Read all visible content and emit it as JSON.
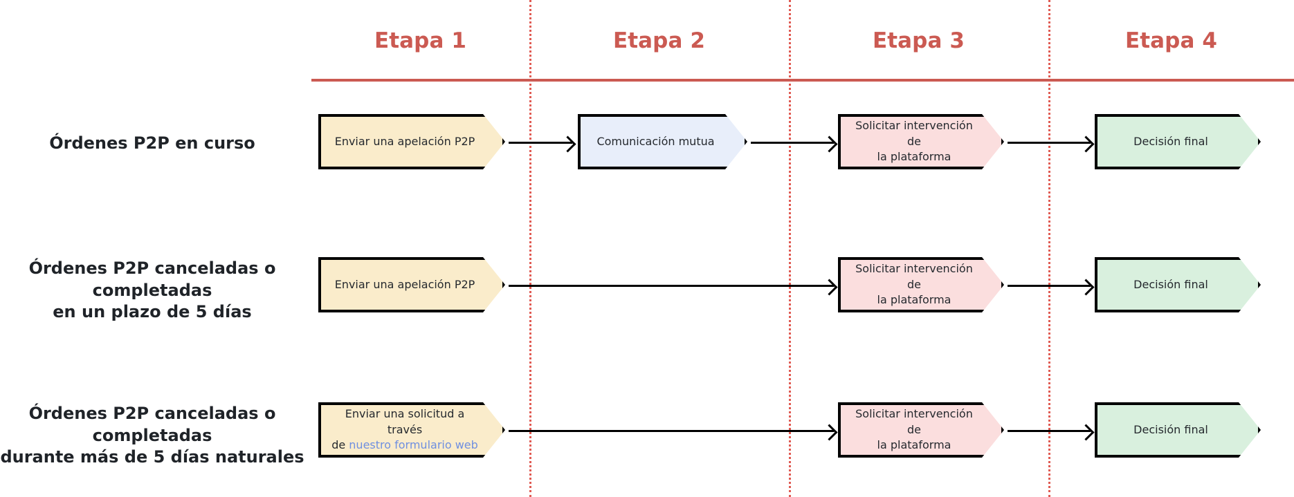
{
  "diagram": {
    "title_row": {
      "stages": [
        {
          "label": "Etapa 1"
        },
        {
          "label": "Etapa 2"
        },
        {
          "label": "Etapa 3"
        },
        {
          "label": "Etapa 4"
        }
      ]
    },
    "accent_color": "#cb5a52",
    "divider_color": "#e05a52",
    "rows": [
      {
        "label": "Órdenes P2P en curso",
        "steps": [
          {
            "stage": 1,
            "text": "Enviar una apelación P2P",
            "fill": "#faeccb"
          },
          {
            "stage": 2,
            "text": "Comunicación mutua",
            "fill": "#e8eefa"
          },
          {
            "stage": 3,
            "text": "Solicitar intervención de la plataforma",
            "fill": "#fbdede"
          },
          {
            "stage": 4,
            "text": "Decisión final",
            "fill": "#d9f0de"
          }
        ]
      },
      {
        "label": "Órdenes P2P canceladas o completadas en un plazo de 5 días",
        "label_line1": "Órdenes P2P canceladas o completadas",
        "label_line2": "en un plazo de 5 días",
        "steps": [
          {
            "stage": 1,
            "text": "Enviar una apelación P2P",
            "fill": "#faeccb"
          },
          {
            "stage": 3,
            "text": "Solicitar intervención de la plataforma",
            "fill": "#fbdede"
          },
          {
            "stage": 4,
            "text": "Decisión final",
            "fill": "#d9f0de"
          }
        ]
      },
      {
        "label": "Órdenes P2P canceladas o completadas durante más de 5 días naturales",
        "label_line1": "Órdenes P2P canceladas o completadas",
        "label_line2": "durante más de 5 días naturales",
        "steps": [
          {
            "stage": 1,
            "text_prefix": "Enviar una solicitud a través de ",
            "link_text": "nuestro formulario web",
            "fill": "#faeccb"
          },
          {
            "stage": 3,
            "text": "Solicitar intervención de la plataforma",
            "fill": "#fbdede"
          },
          {
            "stage": 4,
            "text": "Decisión final",
            "fill": "#d9f0de"
          }
        ]
      }
    ],
    "step_texts": {
      "send_appeal": "Enviar una apelación P2P",
      "mutual_comm": "Comunicación mutua",
      "request_platform_l1": "Solicitar intervención de",
      "request_platform_l2": "la plataforma",
      "final_decision": "Decisión final",
      "send_request_l1": "Enviar una solicitud a través",
      "send_request_l2_prefix": "de ",
      "web_form_link": "nuestro formulario web"
    }
  }
}
